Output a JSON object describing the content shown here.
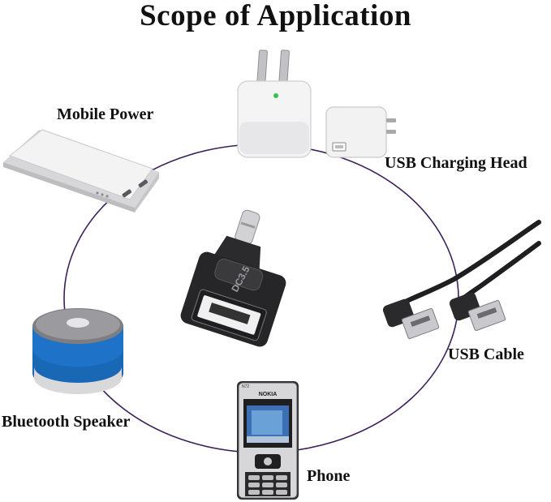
{
  "title": "Scope of Application",
  "ring_color": "#3b1f5c",
  "accent_color": "#1e73c8",
  "labels": {
    "mobile_power": "Mobile Power",
    "usb_charging_head": "USB Charging Head",
    "usb_cable": "USB Cable",
    "bluetooth_speaker": "Bluetooth Speaker",
    "phone": "Phone"
  },
  "adapter_marking": "DC3.5",
  "phone_brand": "NOKIA",
  "phone_status": "N72"
}
